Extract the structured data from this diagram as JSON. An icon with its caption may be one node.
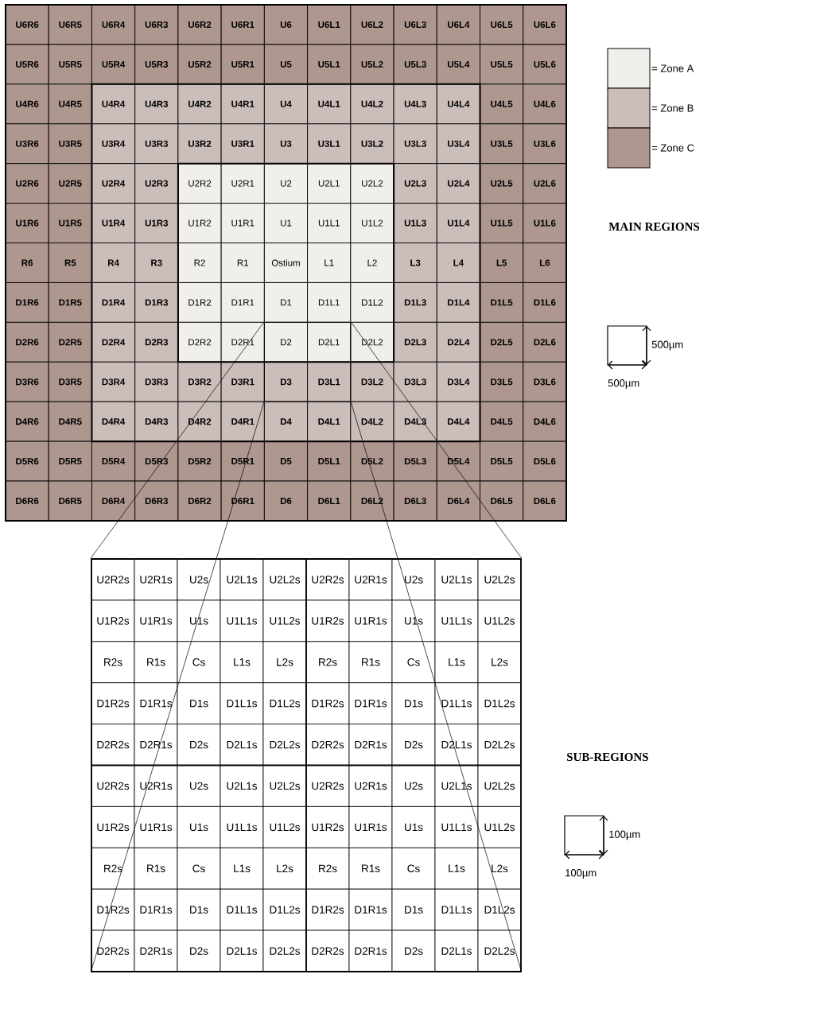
{
  "diagram": {
    "nodes": [
      {
        "text": [],
        "shape": "box"
      },
      {
        "text": [],
        "shape": "box"
      }
    ],
    "edges": [
      {
        "from": 0,
        "to": 1,
        "arrow": "none"
      },
      {
        "from": 0,
        "to": 1,
        "arrow": "none"
      },
      {
        "from": 0,
        "to": 1,
        "arrow": "none"
      },
      {
        "from": 0,
        "to": 1,
        "arrow": "none"
      }
    ],
    "labels": [
      "U6R6",
      "U6R5",
      "U6R4",
      "U6R3",
      "U6R2",
      "U6R1",
      "U6",
      "U6L1",
      "U6L2",
      "U6L3",
      "U6L4",
      "U6L5",
      "U6L6",
      "U5R6",
      "U5R5",
      "U5R4",
      "U5R3",
      "U5R2",
      "U5R1",
      "U5",
      "U5L1",
      "U5L2",
      "U5L3",
      "U5L4",
      "U5L5",
      "U5L6",
      "U4R6",
      "U4R5",
      "U4R4",
      "U4R3",
      "U4R2",
      "U4R1",
      "U4",
      "U4L1",
      "U4L2",
      "U4L3",
      "U4L4",
      "U4L5",
      "U4L6",
      "U3R6",
      "U3R5",
      "U3R4",
      "U3R3",
      "U3R2",
      "U3R1",
      "U3",
      "U3L1",
      "U3L2",
      "U3L3",
      "U3L4",
      "U3L5",
      "U3L6",
      "U2R6",
      "U2R5",
      "U2R4",
      "U2R3",
      "U2R2",
      "U2R1",
      "U2",
      "U2L1",
      "U2L2",
      "U2L3",
      "U2L4",
      "U2L5",
      "U2L6",
      "U1R6",
      "U1R5",
      "U1R4",
      "U1R3",
      "U1R2",
      "U1R1",
      "U1",
      "U1L1",
      "U1L2",
      "U1L3",
      "U1L4",
      "U1L5",
      "U1L6",
      "R6",
      "R5",
      "R4",
      "R3",
      "R2",
      "R1",
      "Ostium",
      "L1",
      "L2",
      "L3",
      "L4",
      "L5",
      "L6",
      "D1R6",
      "D1R5",
      "D1R4",
      "D1R3",
      "D1R2",
      "D1R1",
      "D1",
      "D1L1",
      "D1L2",
      "D1L3",
      "D1L4",
      "D1L5",
      "D1L6",
      "D2R6",
      "D2R5",
      "D2R4",
      "D2R3",
      "D2R2",
      "D2R1",
      "D2",
      "D2L1",
      "D2L2",
      "D2L3",
      "D2L4",
      "D2L5",
      "D2L6",
      "D3R6",
      "D3R5",
      "D3R4",
      "D3R3",
      "D3R2",
      "D3R1",
      "D3",
      "D3L1",
      "D3L2",
      "D3L3",
      "D3L4",
      "D3L5",
      "D3L6",
      "D4R6",
      "D4R5",
      "D4R4",
      "D4R3",
      "D4R2",
      "D4R1",
      "D4",
      "D4L1",
      "D4L2",
      "D4L3",
      "D4L4",
      "D4L5",
      "D4L6",
      "D5R6",
      "D5R5",
      "D5R4",
      "D5R3",
      "D5R2",
      "D5R1",
      "D5",
      "D5L1",
      "D5L2",
      "D5L3",
      "D5L4",
      "D5L5",
      "D5L6",
      "D6R6",
      "D6R5",
      "D6R4",
      "D6R3",
      "D6R2",
      "D6R1",
      "D6",
      "D6L1",
      "D6L2",
      "D6L3",
      "D6L4",
      "D6L5",
      "D6L6",
      "U2R2s",
      "U2R1s",
      "U2s",
      "U2L1s",
      "U2L2s",
      "U2R2s",
      "U2R1s",
      "U2s",
      "U2L1s",
      "U2L2s",
      "U1R2s",
      "U1R1s",
      "U1s",
      "U1L1s",
      "U1L2s",
      "U1R2s",
      "U1R1s",
      "U1s",
      "U1L1s",
      "U1L2s",
      "R2s",
      "R1s",
      "Cs",
      "L1s",
      "L2s",
      "R2s",
      "R1s",
      "Cs",
      "L1s",
      "L2s",
      "D1R2s",
      "D1R1s",
      "D1s",
      "D1L1s",
      "D1L2s",
      "D1R2s",
      "D1R1s",
      "D1s",
      "D1L1s",
      "D1L2s",
      "D2R2s",
      "D2R1s",
      "D2s",
      "D2L1s",
      "D2L2s",
      "D2R2s",
      "D2R1s",
      "D2s",
      "D2L1s",
      "D2L2s",
      "U2R2s",
      "U2R1s",
      "U2s",
      "U2L1s",
      "U2L2s",
      "U2R2s",
      "U2R1s",
      "U2s",
      "U2L1s",
      "U2L2s",
      "U1R2s",
      "U1R1s",
      "U1s",
      "U1L1s",
      "U1L2s",
      "U1R2s",
      "U1R1s",
      "U1s",
      "U1L1s",
      "U1L2s",
      "R2s",
      "R1s",
      "Cs",
      "L1s",
      "L2s",
      "R2s",
      "R1s",
      "Cs",
      "L1s",
      "L2s",
      "D1R2s",
      "D1R1s",
      "D1s",
      "D1L1s",
      "D1L2s",
      "D1R2s",
      "D1R1s",
      "D1s",
      "D1L1s",
      "D1L2s",
      "D2R2s",
      "D2R1s",
      "D2s",
      "D2L1s",
      "D2L2s",
      "D2R2s",
      "D2R1s",
      "D2s",
      "D2L1s",
      "D2L2s",
      "MAIN REGIONS",
      "500µm",
      "500µm",
      "SUB-REGIONS",
      "100µm",
      "100µm"
    ],
    "legend": [
      {
        "text": "= Zone A",
        "color": "#f1efeb"
      },
      {
        "text": "= Zone B",
        "color": "#cbbdb9"
      },
      {
        "text": "= Zone C",
        "color": "#ad978f"
      }
    ]
  }
}
